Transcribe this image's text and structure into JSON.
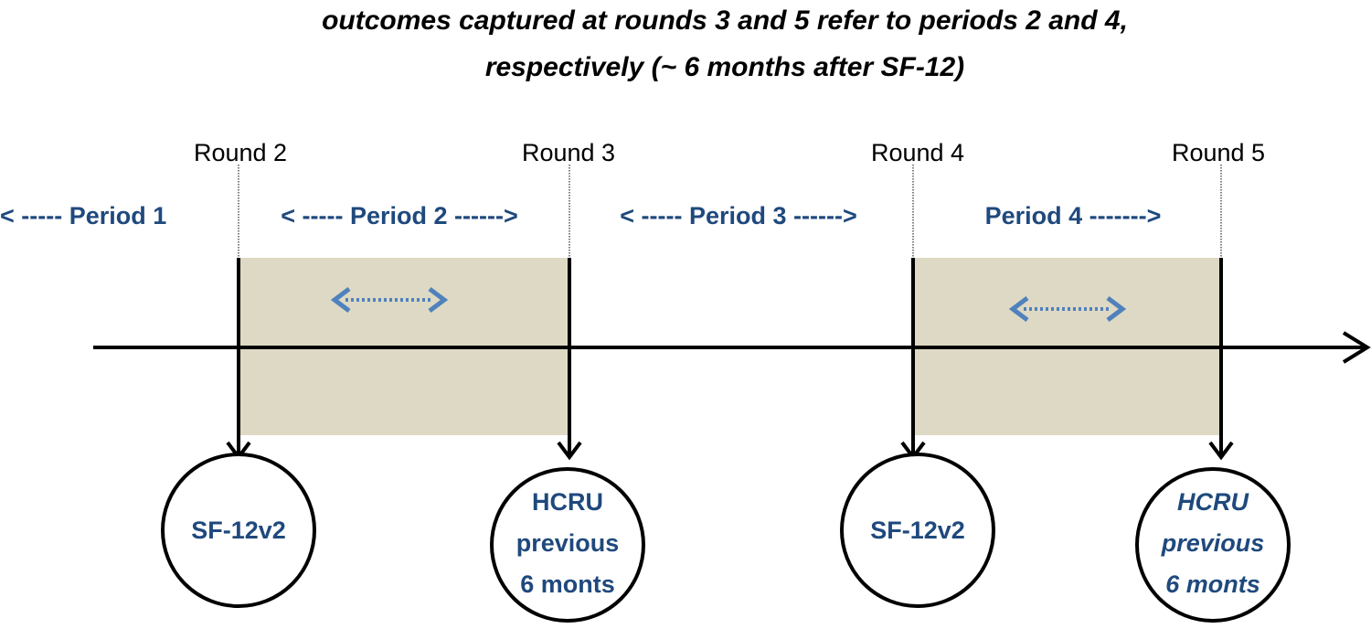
{
  "title": {
    "line1": "outcomes captured at rounds 3 and 5 refer to  periods 2 and 4,",
    "line2": "respectively (~ 6 months after SF-12)"
  },
  "rounds": [
    {
      "label": "Round 2"
    },
    {
      "label": "Round 3"
    },
    {
      "label": "Round 4"
    },
    {
      "label": "Round 5"
    }
  ],
  "periods": [
    {
      "label": "< ----- Period 1"
    },
    {
      "label": "< ----- Period 2 ------>"
    },
    {
      "label": "< ----- Period 3 ------>"
    },
    {
      "label": "Period 4 ------->"
    }
  ],
  "outcomes": [
    {
      "lines": [
        "SF-12v2"
      ],
      "italic": false
    },
    {
      "lines": [
        "HCRU",
        "previous",
        "6 monts"
      ],
      "italic": false
    },
    {
      "lines": [
        "SF-12v2"
      ],
      "italic": false
    },
    {
      "lines": [
        "HCRU",
        "previous",
        "6 monts"
      ],
      "italic": true
    }
  ],
  "colors": {
    "period_text": "#1F497D",
    "shaded_region": "#DDD9C4",
    "double_arrow": "#4F81BD",
    "lines": "#000000"
  }
}
